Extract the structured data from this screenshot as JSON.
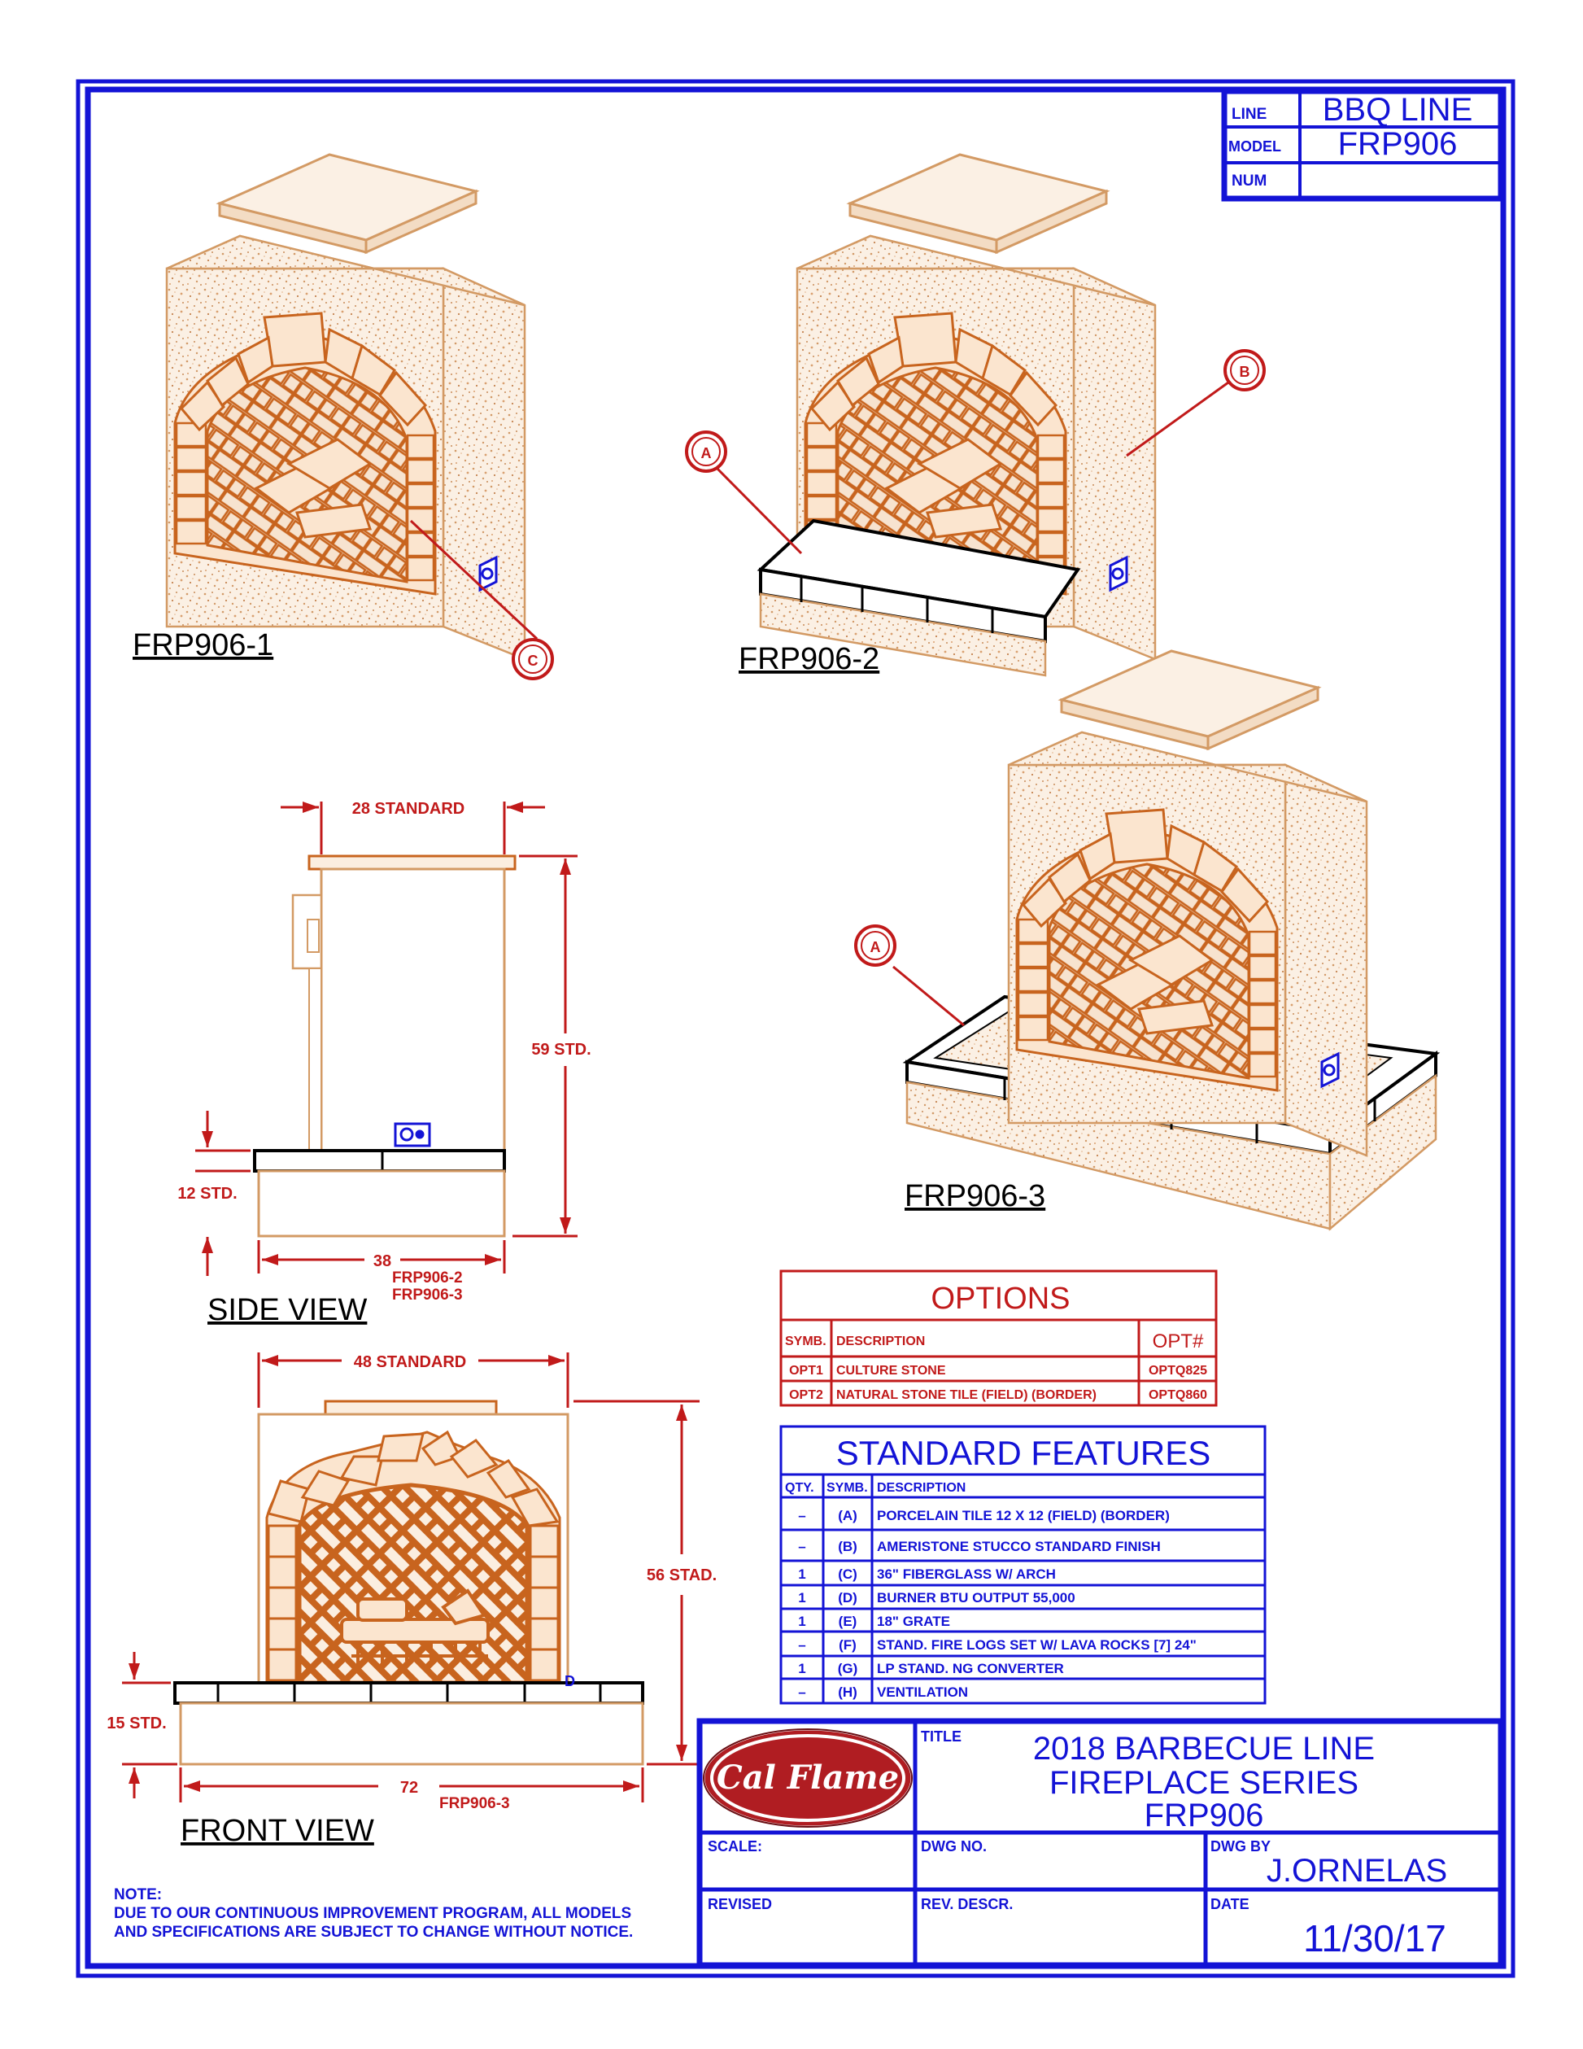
{
  "title_block": {
    "line_label": "LINE",
    "line_value": "BBQ LINE",
    "model_label": "MODEL",
    "model_value": "FRP906",
    "num_label": "NUM",
    "num_value": ""
  },
  "views": {
    "iso1": "FRP906-1",
    "iso2": "FRP906-2",
    "iso3": "FRP906-3",
    "side": "SIDE VIEW",
    "front": "FRONT VIEW"
  },
  "callouts": {
    "a": "A",
    "b": "B",
    "c": "C",
    "d": "D"
  },
  "dimensions": {
    "side_top": "28 STANDARD",
    "side_height": "59 STD.",
    "side_base": "12 STD.",
    "side_width": "38",
    "side_models_1": "FRP906-2",
    "side_models_2": "FRP906-3",
    "front_top": "48 STANDARD",
    "front_height": "56 STAD.",
    "front_base": "15 STD.",
    "front_width": "72",
    "front_model": "FRP906-3"
  },
  "options": {
    "title": "OPTIONS",
    "headers": [
      "SYMB.",
      "DESCRIPTION",
      "OPT#"
    ],
    "rows": [
      [
        "OPT1",
        "CULTURE STONE",
        "OPTQ825"
      ],
      [
        "OPT2",
        "NATURAL STONE TILE (FIELD) (BORDER)",
        "OPTQ860"
      ]
    ]
  },
  "standard_features": {
    "title": "STANDARD FEATURES",
    "headers": [
      "QTY.",
      "SYMB.",
      "DESCRIPTION"
    ],
    "rows": [
      [
        "–",
        "(A)",
        "PORCELAIN TILE 12 X 12 (FIELD) (BORDER)"
      ],
      [
        "–",
        "(B)",
        "AMERISTONE STUCCO STANDARD FINISH"
      ],
      [
        "1",
        "(C)",
        "36\" FIBERGLASS W/ ARCH"
      ],
      [
        "1",
        "(D)",
        "BURNER BTU OUTPUT 55,000"
      ],
      [
        "1",
        "(E)",
        "18\" GRATE"
      ],
      [
        "–",
        "(F)",
        "STAND. FIRE LOGS SET W/ LAVA ROCKS [7] 24\""
      ],
      [
        "1",
        "(G)",
        "LP STAND. NG CONVERTER"
      ],
      [
        "–",
        "(H)",
        "VENTILATION"
      ]
    ]
  },
  "note": {
    "label": "NOTE:",
    "line1": "DUE TO OUR CONTINUOUS IMPROVEMENT PROGRAM, ALL MODELS",
    "line2": "AND SPECIFICATIONS ARE SUBJECT TO CHANGE WITHOUT NOTICE."
  },
  "logo_text": "Cal Flame",
  "bottom_block": {
    "title_label": "TITLE",
    "title_line1": "2018 BARBECUE LINE",
    "title_line2": "FIREPLACE SERIES",
    "title_line3": "FRP906",
    "scale_label": "SCALE:",
    "dwg_no_label": "DWG NO.",
    "dwg_by_label": "DWG BY",
    "dwg_by_value": "J.ORNELAS",
    "revised_label": "REVISED",
    "rev_descr_label": "REV. DESCR.",
    "date_label": "DATE",
    "date_value": "11/30/17"
  },
  "colors": {
    "frame": "#1313d6",
    "dimension": "#c11a1a",
    "stucco": "#d9a070",
    "brick": "#c8641e",
    "ink": "#000000"
  }
}
